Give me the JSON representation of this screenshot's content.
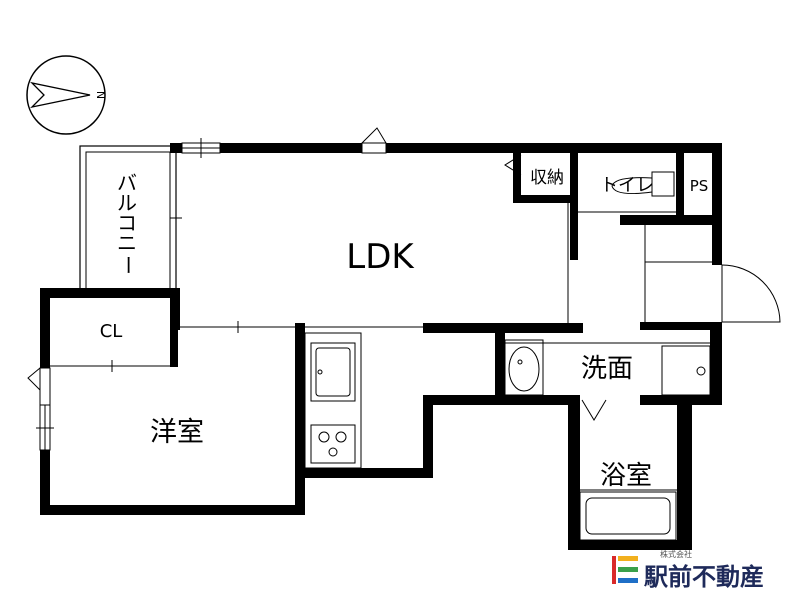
{
  "labels": {
    "ldk": "LDK",
    "western_room": "洋室",
    "closet": "CL",
    "storage": "収納",
    "toilet": "トイレ",
    "ps": "PS",
    "washroom": "洗面",
    "bathroom": "浴室",
    "balcony_chars": [
      "バ",
      "ル",
      "コ",
      "ニ",
      "ー"
    ]
  },
  "compass": {
    "north_letter": "N"
  },
  "branding": {
    "company": "駅前不動産",
    "company_small": "株式会社",
    "logo_colors": [
      "#d92a2a",
      "#f2b01e",
      "#3aa04a",
      "#1f6fc7"
    ]
  }
}
